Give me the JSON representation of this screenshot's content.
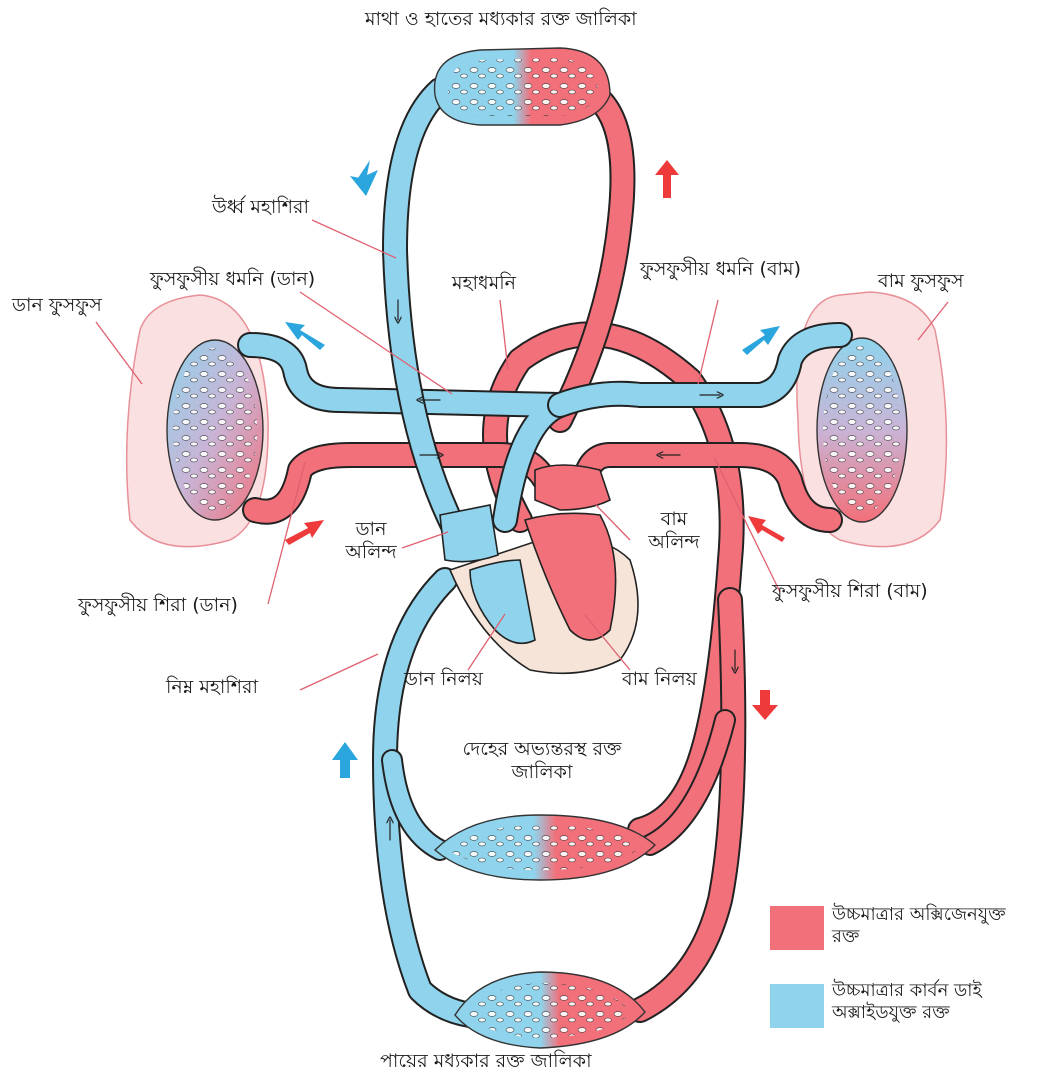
{
  "labels": {
    "head_capillaries": "মাথা ও হাতের মধ্যকার রক্ত জালিকা",
    "superior_vena_cava": "উর্ধ্ব মহাশিরা",
    "pulmonary_artery_right": "ফুসফুসীয় ধমনি (ডান)",
    "aorta": "মহাধমনি",
    "pulmonary_artery_left": "ফুসফুসীয় ধমনি (বাম)",
    "right_lung": "ডান ফুসফুস",
    "left_lung": "বাম ফুসফুস",
    "right_atrium": "ডান অলিন্দ",
    "left_atrium": "বাম অলিন্দ",
    "pulmonary_vein_right": "ফুসফুসীয় শিরা (ডান)",
    "pulmonary_vein_left": "ফুসফুসীয় শিরা (বাম)",
    "inferior_vena_cava": "নিম্ন মহাশিরা",
    "right_ventricle": "ডান নিলয়",
    "left_ventricle": "বাম নিলয়",
    "body_capillaries": "দেহের অভ্যন্তরস্থ রক্ত জালিকা",
    "leg_capillaries": "পায়ের মধ্যকার রক্ত জালিকা"
  },
  "legend": {
    "oxygenated": "উচ্চমাত্রার অক্সিজেনযুক্ত রক্ত",
    "deoxygenated": "উচ্চমাত্রার কার্বন ডাই অক্সাইডযুক্ত রক্ত"
  },
  "colors": {
    "oxygenated": "#f2707a",
    "deoxygenated": "#8fd4ec",
    "lung": "#fbe0e2",
    "heart_wall": "#f6e4d8",
    "outline": "#222222",
    "arrow_red": "#ee3a3a",
    "arrow_blue": "#2aa5dd"
  }
}
